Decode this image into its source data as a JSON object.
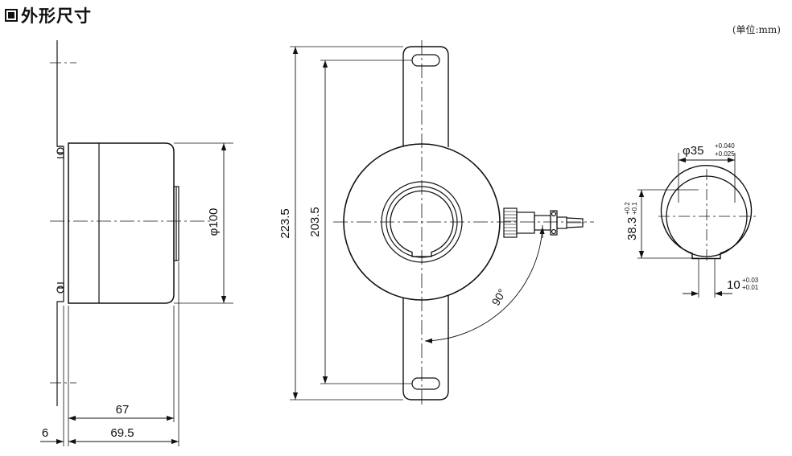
{
  "header": {
    "title": "外形尺寸",
    "unit": "(单位:mm)"
  },
  "side_view": {
    "dim_length": "67",
    "dim_total": "69.5",
    "dim_flange": "6",
    "dim_diameter": "φ100"
  },
  "front_view": {
    "dim_outer": "223.5",
    "dim_inner": "203.5",
    "angle": "90°"
  },
  "bore_detail": {
    "bore_diameter": "φ35",
    "bore_tol_upper": "+0.040",
    "bore_tol_lower": "+0.025",
    "keyway_depth": "38.3",
    "keyway_depth_tol_upper": "+0.2",
    "keyway_depth_tol_lower": "+0.1",
    "keyway_width": "10",
    "keyway_width_tol_upper": "+0.03",
    "keyway_width_tol_lower": "+0.01"
  }
}
